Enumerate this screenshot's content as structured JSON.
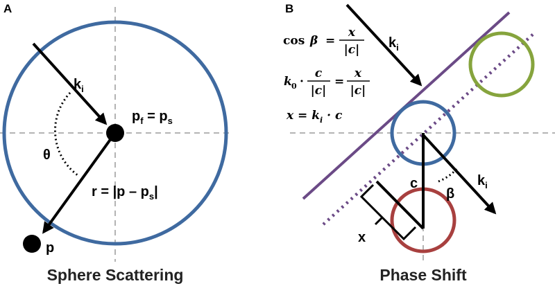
{
  "panel_a": {
    "letter": "A",
    "caption": "Sphere Scattering",
    "labels": {
      "k_main": "k",
      "k_sub": "i",
      "theta": "θ",
      "pf_main": "p",
      "pf_sub": "f",
      "equals": " = ",
      "ps_main": "p",
      "ps_sub": "s",
      "r_text": "r = |p – p",
      "r_sub": "s",
      "r_close": "|",
      "p": "p"
    }
  },
  "panel_b": {
    "letter": "B",
    "caption": "Phase Shift",
    "labels": {
      "k_top_main": "k",
      "k_top_sub": "i",
      "k_right_main": "k",
      "k_right_sub": "i",
      "c": "c",
      "beta": "β",
      "x": "x"
    },
    "equations": {
      "eq1_lhs": "cos",
      "eq1_beta": "β",
      "eq1_eq": "=",
      "eq1_num": "x",
      "eq1_den": "|c|",
      "eq2_k": "k",
      "eq2_ksub": "0",
      "eq2_dot": "·",
      "eq2_num1": "c",
      "eq2_den1": "|c|",
      "eq2_eq": "=",
      "eq2_num2": "x",
      "eq2_den2": "|c|",
      "eq3": "x = k",
      "eq3_sub": "i",
      "eq3_rest": " · c"
    }
  },
  "colors": {
    "blue_circle": "#3f6aa0",
    "purple_line": "#6b4a86",
    "green_circle": "#86a43d",
    "red_circle": "#a8403f",
    "axis_dash": "#b3b3b3",
    "arrow": "#000000"
  }
}
